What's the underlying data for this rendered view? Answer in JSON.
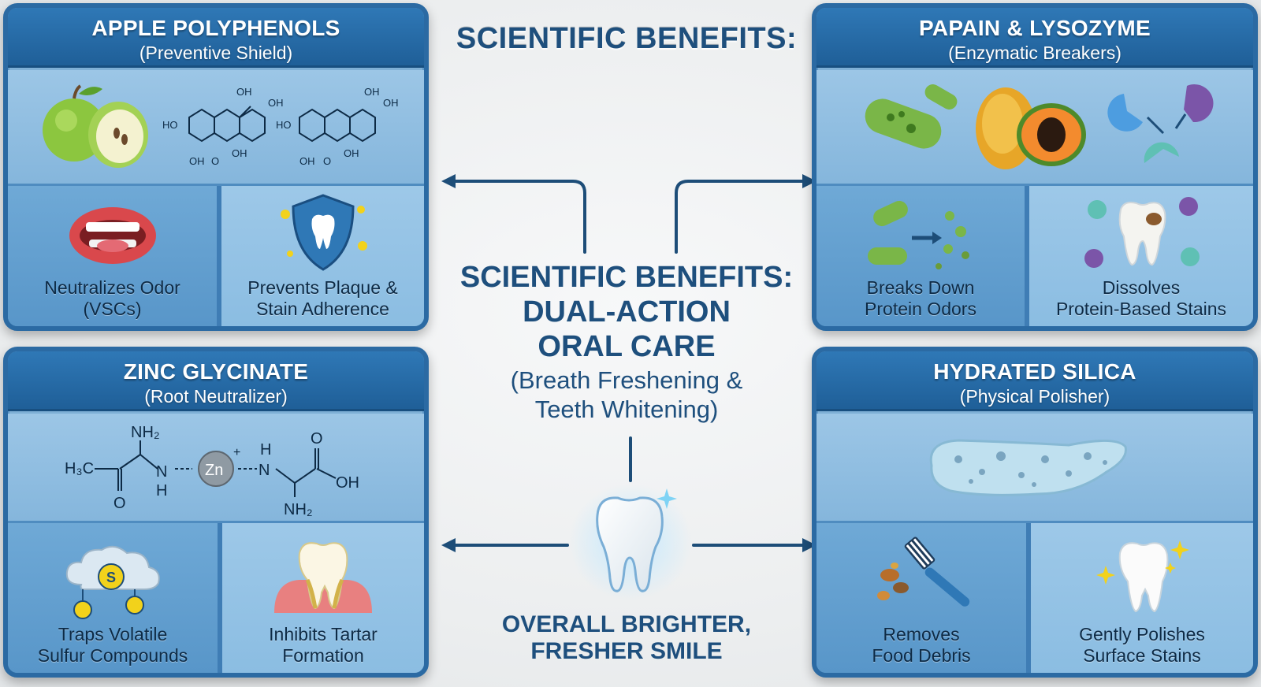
{
  "top_title": "SCIENTIFIC BENEFITS:",
  "center": {
    "line1": "SCIENTIFIC BENEFITS:",
    "line2": "DUAL-ACTION",
    "line3": "ORAL CARE",
    "line4": "(Breath Freshening &",
    "line5": "Teeth Whitening)"
  },
  "bottom_caption": {
    "line1": "OVERALL BRIGHTER,",
    "line2": "FRESHER SMILE"
  },
  "panels": {
    "apple": {
      "title": "APPLE POLYPHENOLS",
      "subtitle": "(Preventive Shield)",
      "left_line1": "Neutralizes Odor",
      "left_line2": "(VSCs)",
      "right_line1": "Prevents Plaque &",
      "right_line2": "Stain Adherence",
      "molecule_labels": [
        "OH",
        "OH",
        "HO",
        "OH",
        "OH",
        "O",
        "OH",
        "OH",
        "HO",
        "OH",
        "OH",
        "O"
      ]
    },
    "papain": {
      "title": "PAPAIN & LYSOZYME",
      "subtitle": "(Enzymatic Breakers)",
      "left_line1": "Breaks Down",
      "left_line2": "Protein Odors",
      "right_line1": "Dissolves",
      "right_line2": "Protein-Based Stains"
    },
    "zinc": {
      "title": "ZINC GLYCINATE",
      "subtitle": "(Root Neutralizer)",
      "left_line1": "Traps Volatile",
      "left_line2": "Sulfur Compounds",
      "right_line1": "Inhibits Tartar",
      "right_line2": "Formation",
      "molecule_labels": {
        "h3c": "H₃C",
        "nh2_top": "NH₂",
        "n_left": "N",
        "h_left": "H",
        "o_left": "O",
        "zn": "Zn",
        "plus": "+",
        "h_right": "H",
        "n_right": "N",
        "o_right": "O",
        "oh": "OH",
        "nh2_bottom": "NH₂"
      },
      "coin_symbol": "S"
    },
    "silica": {
      "title": "HYDRATED SILICA",
      "subtitle": "(Physical Polisher)",
      "left_line1": "Removes",
      "left_line2": "Food Debris",
      "right_line1": "Gently Polishes",
      "right_line2": "Surface Stains"
    }
  },
  "colors": {
    "panel_border": "#2b6aa3",
    "header_blue": "#1f5f98",
    "title_text": "#1e4f7d",
    "arrow": "#1d4d78"
  }
}
